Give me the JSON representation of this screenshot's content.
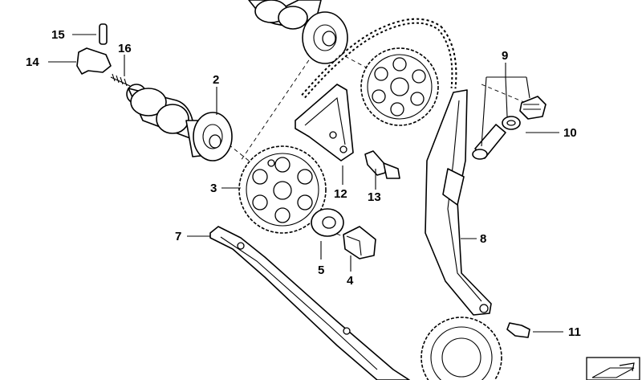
{
  "labels": {
    "l2": "2",
    "l3": "3",
    "l4": "4",
    "l5": "5",
    "l7": "7",
    "l8": "8",
    "l9": "9",
    "l10": "10",
    "l11": "11",
    "l12": "12",
    "l13": "13",
    "l14": "14",
    "l15": "15",
    "l16": "16"
  },
  "icons": [
    "catalog-badge-icon"
  ]
}
